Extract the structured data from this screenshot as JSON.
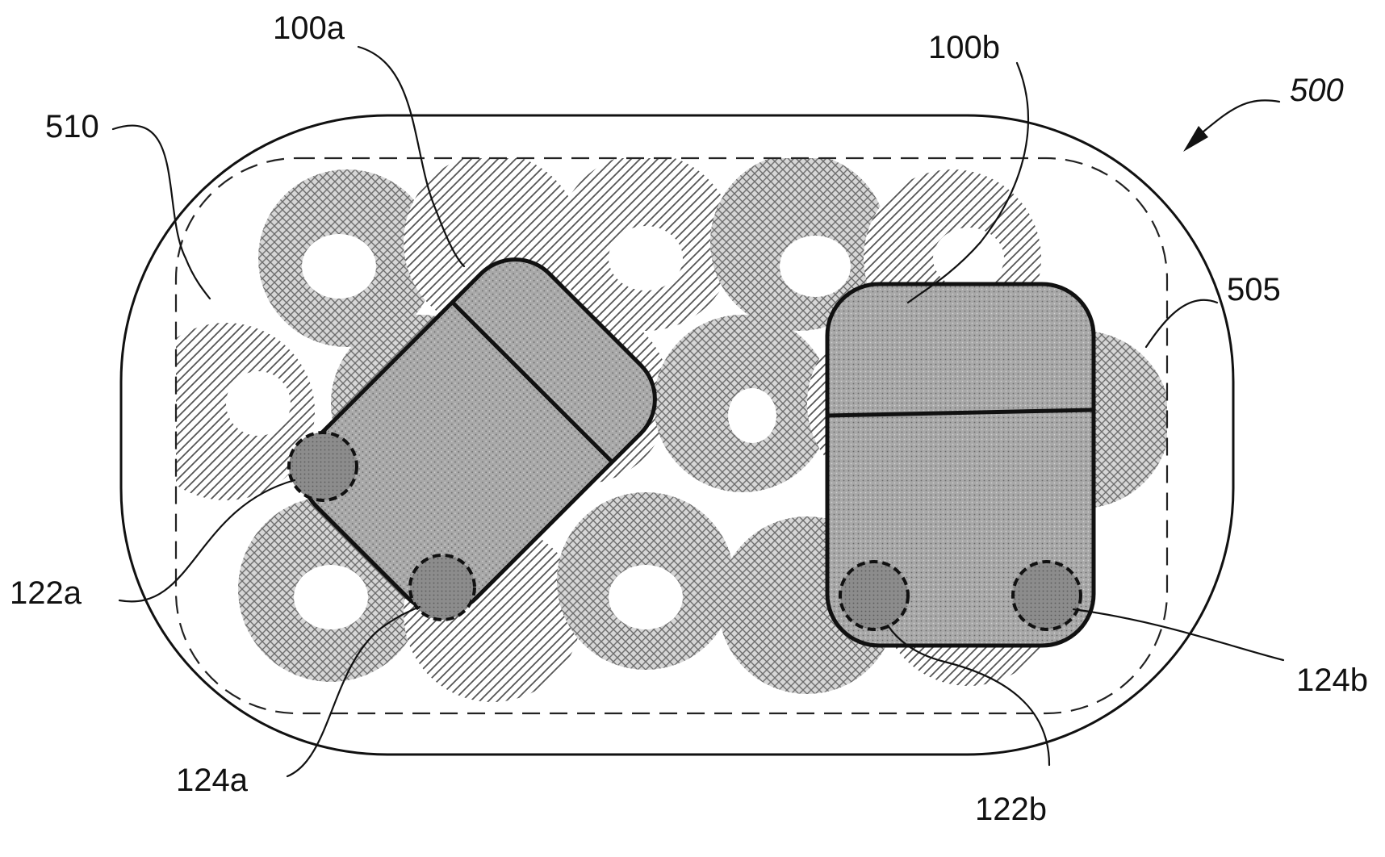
{
  "figure": {
    "labels": {
      "assembly": "500",
      "pad": "510",
      "mesh": "505",
      "device_a": "100a",
      "device_b": "100b",
      "contact_a1": "122a",
      "contact_a2": "124a",
      "contact_b1": "122b",
      "contact_b2": "124b"
    },
    "colors": {
      "line": "#111111",
      "mesh_fill": "#c8c8c8",
      "device_fill": "#a9a9a9",
      "background": "#ffffff"
    }
  }
}
